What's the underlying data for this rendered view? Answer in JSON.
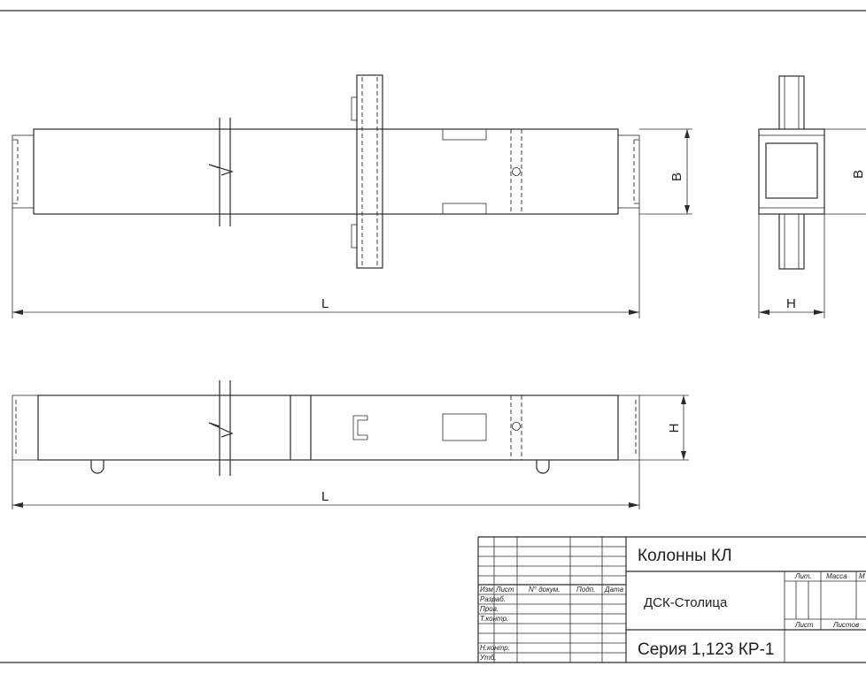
{
  "dimensions": {
    "length_label": "L",
    "width_label": "B",
    "height_label": "H"
  },
  "title_block": {
    "title": "Колонны КЛ",
    "organization": "ДСК-Столица",
    "series": "Серия 1,123 КР-1",
    "header": {
      "izm": "Изм",
      "list": "Лист",
      "doc_no": "N° докум.",
      "sign": "Подп.",
      "date": "Дата"
    },
    "roles": {
      "developed": "Разраб.",
      "checked": "Пров.",
      "tech_control": "Т.контр.",
      "norm_control": "Н.контр.",
      "approved": "Утб."
    },
    "right": {
      "lit": "Лит.",
      "mass": "Масса",
      "scale": "М",
      "sheet": "Лист",
      "sheets": "Листов"
    }
  }
}
